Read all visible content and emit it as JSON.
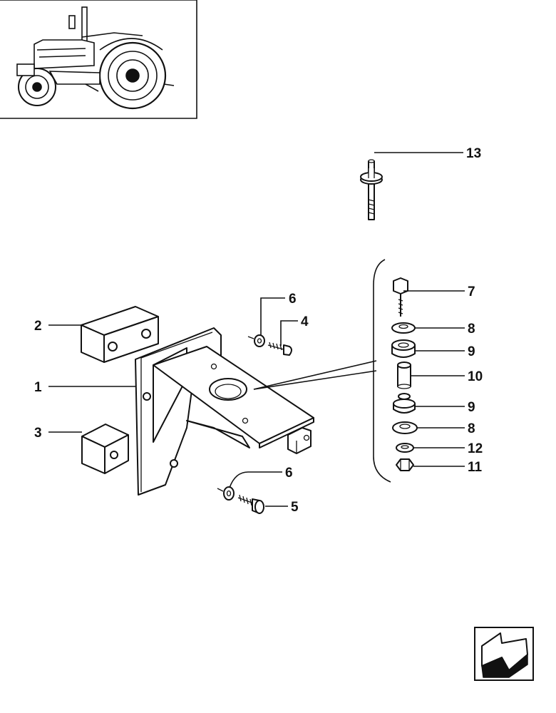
{
  "diagram": {
    "callouts": {
      "c1": "1",
      "c2": "2",
      "c3": "3",
      "c4": "4",
      "c5": "5",
      "c6a": "6",
      "c6b": "6",
      "c7": "7",
      "c8a": "8",
      "c8b": "8",
      "c9a": "9",
      "c9b": "9",
      "c10": "10",
      "c11": "11",
      "c12": "12",
      "c13": "13"
    },
    "icons": {
      "thumbnail": "tractor-icon",
      "navigation": "back-arrow-icon"
    }
  }
}
